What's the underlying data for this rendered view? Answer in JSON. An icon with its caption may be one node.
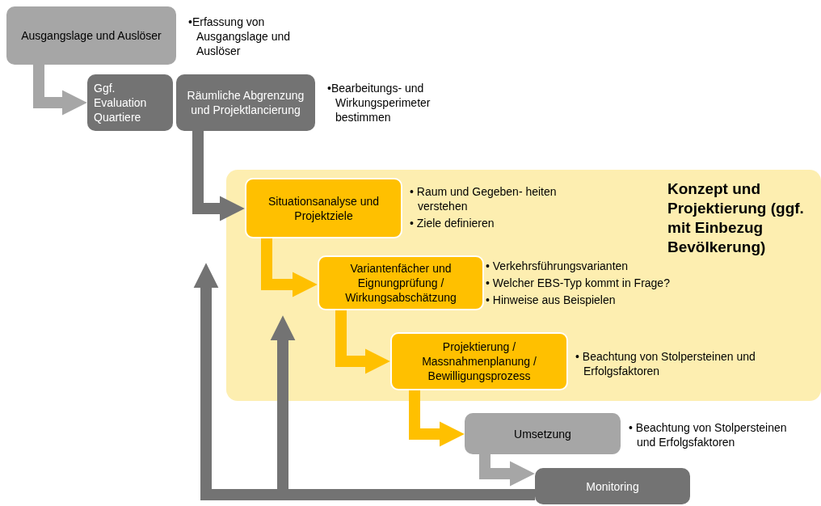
{
  "diagram": {
    "nodes": [
      {
        "text": [
          "Ausgangslage und Auslöser"
        ],
        "beside": [
          "•Erfassung von Ausgangslage und Auslöser"
        ]
      },
      {
        "text": [
          "Ggf. Evaluation Quartiere"
        ]
      },
      {
        "text": [
          "Räumliche Abgrenzung und Projektlancierung"
        ],
        "beside": [
          "•Bearbeitungs- und Wirkungsperimeter bestimmen"
        ]
      },
      {
        "text": [
          "Konzept und Projektierung (ggf. mit Einbezug Bevölkerung)"
        ]
      },
      {
        "text": [
          "Situationsanalyse und Projektziele"
        ],
        "in": 3,
        "beside": [
          "• Raum und Gegeben- heiten verstehen",
          "• Ziele definieren"
        ]
      },
      {
        "text": [
          "Variantenfächer und Eignungprüfung / Wirkungsabschätzung"
        ],
        "in": 3,
        "beside": [
          "• Verkehrsführungsvarianten",
          "• Welcher EBS-Typ kommt in Frage?",
          "• Hinweise aus Beispielen"
        ]
      },
      {
        "text": [
          "Projektierung / Massnahmenplanung / Bewilligungsprozess"
        ],
        "in": 3,
        "beside": [
          "• Beachtung von Stolpersteinen und Erfolgsfaktoren"
        ]
      },
      {
        "text": [
          "Umsetzung"
        ],
        "beside": [
          "• Beachtung von Stolpersteinen und Erfolgsfaktoren"
        ]
      },
      {
        "text": [
          "Monitoring"
        ]
      }
    ],
    "edges": [
      {
        "from": 0,
        "to": 1,
        "arrow": "to",
        "color": "#a6a6a6"
      },
      {
        "from": 2,
        "to": 4,
        "arrow": "to",
        "color": "#737373"
      },
      {
        "from": 4,
        "to": 5,
        "arrow": "to",
        "color": "#ffc000"
      },
      {
        "from": 5,
        "to": 6,
        "arrow": "to",
        "color": "#ffc000"
      },
      {
        "from": 6,
        "to": 7,
        "arrow": "to",
        "color": "#ffc000"
      },
      {
        "from": 7,
        "to": 8,
        "arrow": "to",
        "color": "#a6a6a6"
      },
      {
        "from": 8,
        "to": 3,
        "arrow": "to",
        "color": "#737373"
      },
      {
        "from": 8,
        "to": 5,
        "arrow": "to",
        "color": "#737373"
      }
    ]
  }
}
